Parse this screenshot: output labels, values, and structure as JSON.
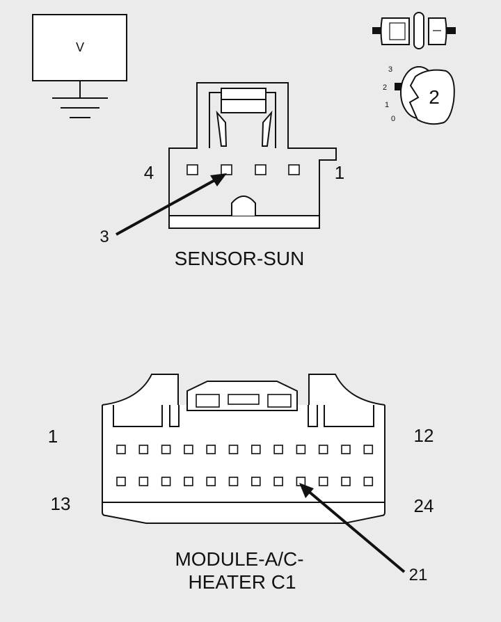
{
  "meter": {
    "label": "V"
  },
  "ignition": {
    "positions": [
      "3",
      "2",
      "1",
      "0"
    ],
    "selected": "2"
  },
  "sensor_sun": {
    "title": "SENSOR-SUN",
    "pin_left": "4",
    "pin_right": "1",
    "callout": "3"
  },
  "module": {
    "title_line1": "MODULE-A/C-",
    "title_line2": "HEATER C1",
    "pin_top_left": "1",
    "pin_top_right": "12",
    "pin_bottom_left": "13",
    "pin_bottom_right": "24",
    "callout": "21"
  }
}
